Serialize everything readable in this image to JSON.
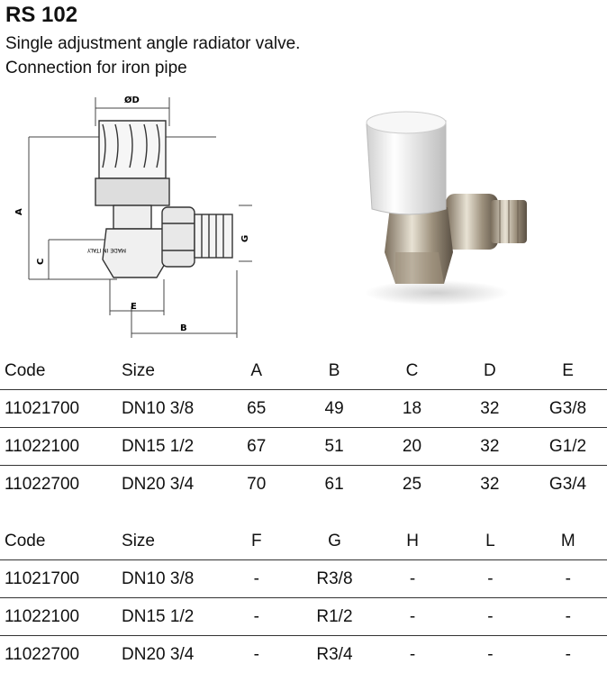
{
  "product": {
    "title": "RS 102",
    "subtitle_1": "Single adjustment angle radiator valve.",
    "subtitle_2": "Connection for iron pipe"
  },
  "drawing": {
    "labels": {
      "d": "ØD",
      "a": "A",
      "b": "B",
      "c": "C",
      "e": "E",
      "g": "G",
      "stamp": "MADE IN ITALY"
    }
  },
  "table1": {
    "headers": [
      "Code",
      "Size",
      "A",
      "B",
      "C",
      "D",
      "E"
    ],
    "rows": [
      [
        "11021700",
        "DN10 3/8",
        "65",
        "49",
        "18",
        "32",
        "G3/8"
      ],
      [
        "11022100",
        "DN15 1/2",
        "67",
        "51",
        "20",
        "32",
        "G1/2"
      ],
      [
        "11022700",
        "DN20 3/4",
        "70",
        "61",
        "25",
        "32",
        "G3/4"
      ]
    ]
  },
  "table2": {
    "headers": [
      "Code",
      "Size",
      "F",
      "G",
      "H",
      "L",
      "M"
    ],
    "rows": [
      [
        "11021700",
        "DN10 3/8",
        "-",
        "R3/8",
        "-",
        "-",
        "-"
      ],
      [
        "11022100",
        "DN15 1/2",
        "-",
        "R1/2",
        "-",
        "-",
        "-"
      ],
      [
        "11022700",
        "DN20 3/4",
        "-",
        "R3/4",
        "-",
        "-",
        "-"
      ]
    ]
  }
}
